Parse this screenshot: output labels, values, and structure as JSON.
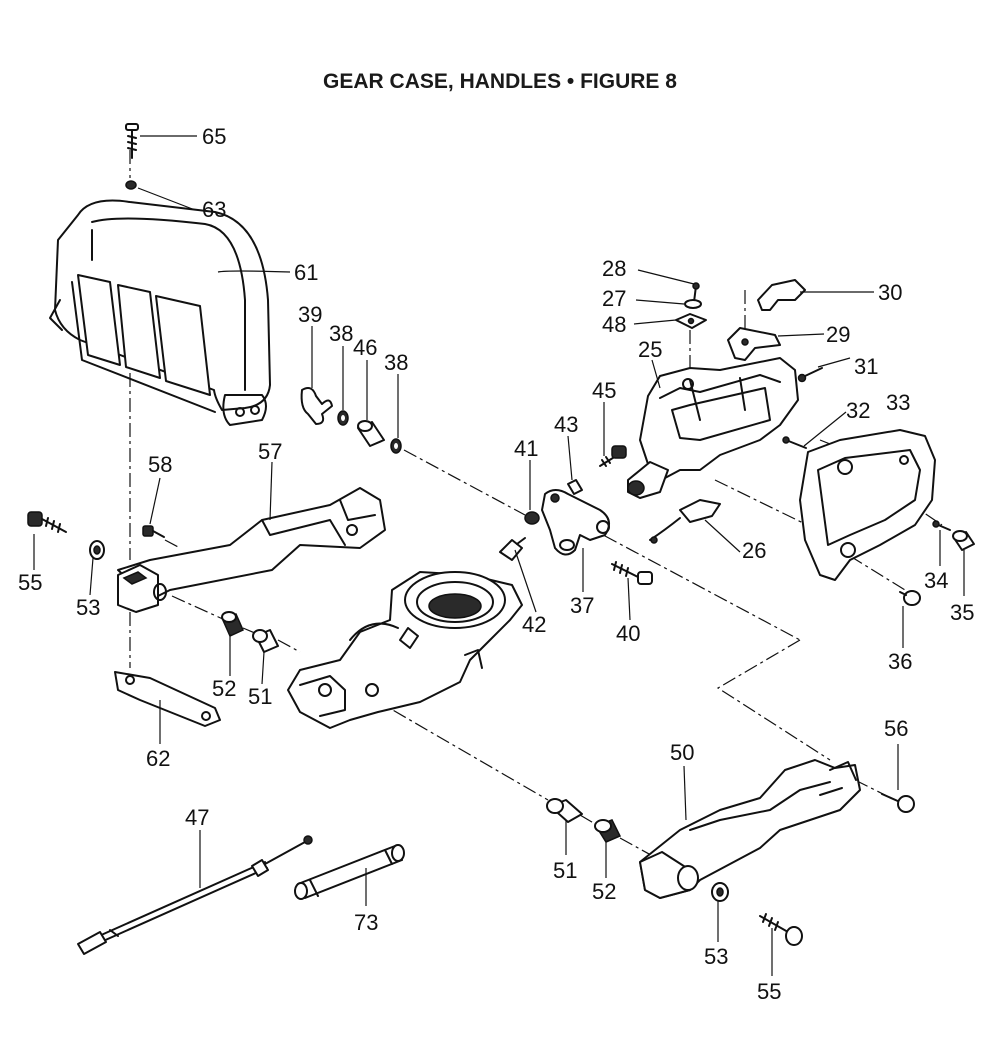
{
  "title": "GEAR CASE, HANDLES  •  FIGURE 8",
  "callouts": [
    "65",
    "63",
    "61",
    "39",
    "38",
    "46",
    "38",
    "58",
    "57",
    "55",
    "53",
    "52",
    "51",
    "62",
    "41",
    "43",
    "42",
    "37",
    "40",
    "45",
    "25",
    "28",
    "27",
    "48",
    "30",
    "29",
    "31",
    "32",
    "33",
    "26",
    "34",
    "35",
    "36",
    "56",
    "50",
    "51",
    "52",
    "53",
    "55",
    "47",
    "73"
  ]
}
